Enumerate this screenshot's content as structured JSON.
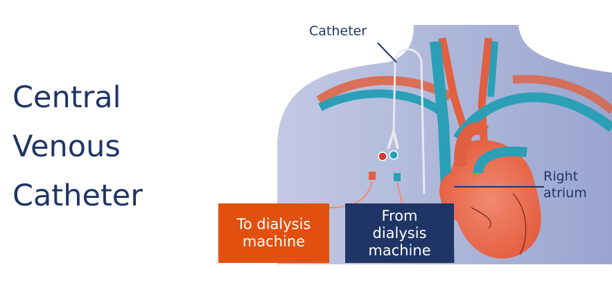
{
  "title": {
    "lines": [
      "Central",
      "Venous",
      "Catheter"
    ]
  },
  "labels": {
    "catheter": "Catheter",
    "right_atrium": [
      "Right",
      "atrium"
    ],
    "to_dialysis": [
      "To dialysis",
      "machine"
    ],
    "from_dialysis": [
      "From",
      "dialysis",
      "machine"
    ]
  },
  "colors": {
    "navy": "#1f3566",
    "orange": "#e2500f",
    "body": "#a9b3d6",
    "vein": "#2a9fb5",
    "artery": "#e0603f"
  }
}
